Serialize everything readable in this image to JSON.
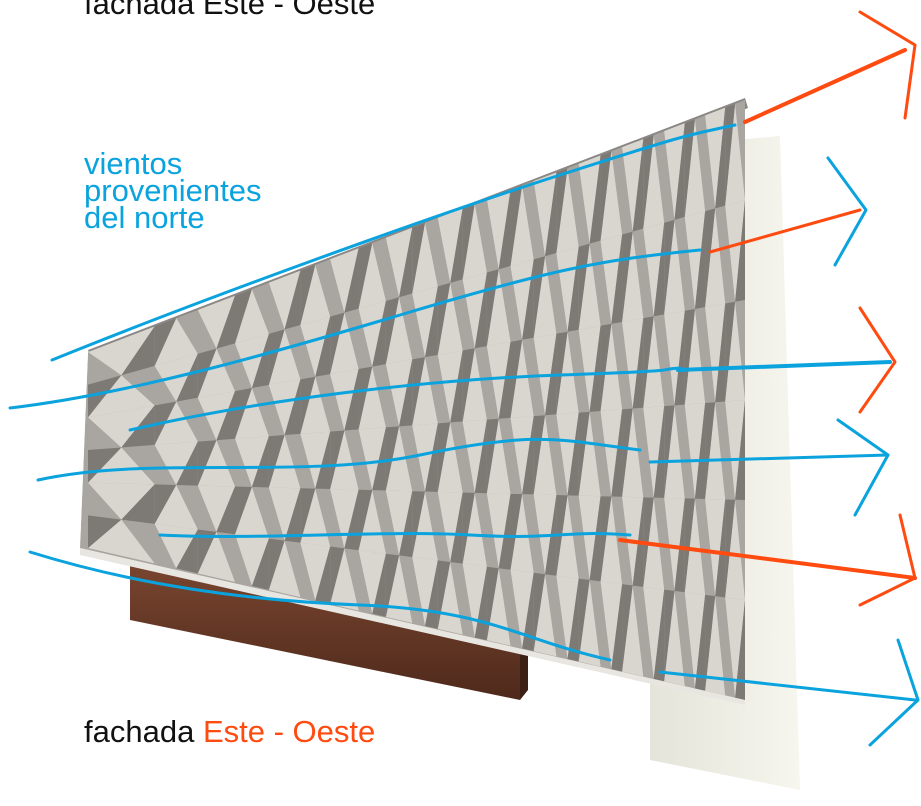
{
  "header": {
    "title_text": "fachada Este - Oeste"
  },
  "wind_label": {
    "lines": [
      "vientos",
      "provenientes",
      "del norte"
    ]
  },
  "footer_title": {
    "prefix": "fachada ",
    "este": "Este",
    "separator": " - ",
    "oeste": "Oeste"
  },
  "colors": {
    "wind_blue": "#0aa3dd",
    "accent_orange": "#ff4a10",
    "panel_light": "#d9d6d0",
    "panel_mid": "#a9a6a1",
    "panel_dark": "#7d7a76",
    "wall": "#eeeee4",
    "brick": "#6b3a28"
  }
}
